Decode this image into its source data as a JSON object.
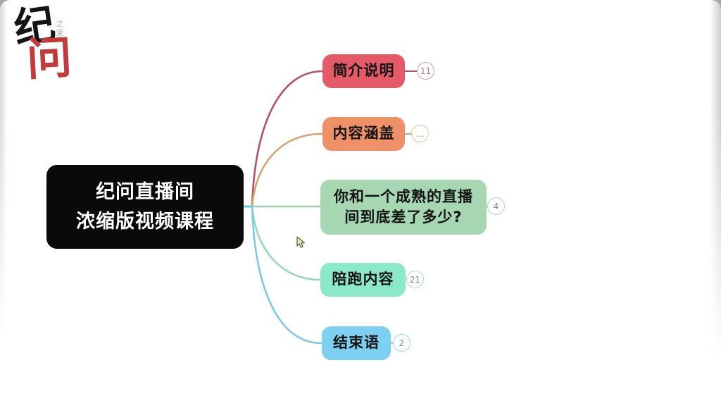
{
  "watermark_logo": {
    "char_primary": "纪",
    "char_secondary": "问",
    "small_caption": "之家"
  },
  "mindmap": {
    "root": {
      "title_line1": "纪问直播间",
      "title_line2": "浓缩版视频课程",
      "bg_color": "#0a0a0a",
      "text_color": "#ffffff"
    },
    "branches": [
      {
        "label": "简介说明",
        "badge_count": "11",
        "node_color": "#e55a68",
        "line_color": "#b0516d",
        "badge_border_color": "#dc9ba4"
      },
      {
        "label": "内容涵盖",
        "badge_count": "…",
        "node_color": "#ee9068",
        "line_color": "#d7a172",
        "badge_border_color": "#e5c3a4"
      },
      {
        "label": "你和一个成熟的直播",
        "label_line2": "间到底差了多少?",
        "badge_count": "4",
        "node_color": "#a6d7b2",
        "line_color": "#9ed0ad",
        "badge_border_color": "#b1d6b8"
      },
      {
        "label": "陪跑内容",
        "badge_count": "21",
        "node_color": "#8be9c8",
        "line_color": "#96d9ba",
        "badge_border_color": "#a5e0c9"
      },
      {
        "label": "结束语",
        "badge_count": "2",
        "node_color": "#7dd0f0",
        "line_color": "#82c8e0",
        "badge_border_color": "#9ad5ea"
      }
    ],
    "root_stub_color": "#5fc7d4"
  }
}
